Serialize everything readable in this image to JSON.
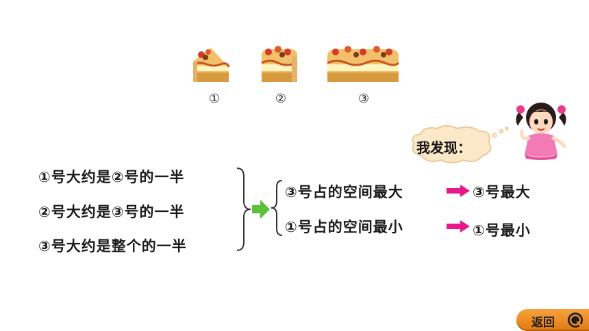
{
  "cakes": {
    "labels": [
      "①",
      "②",
      "③"
    ]
  },
  "discovery": {
    "label": "我发现："
  },
  "statements": [
    "①号大约是②号的一半",
    "②号大约是③号的一半",
    "③号大约是整个的一半"
  ],
  "conclusions": [
    {
      "left": "③号占的空间最大",
      "right": "③号最大"
    },
    {
      "left": "①号占的空间最小",
      "right": "①号最小"
    }
  ],
  "nav": {
    "back_label": "返回"
  },
  "colors": {
    "arrow_green": "#5cc13a",
    "arrow_magenta": "#e8178a",
    "bubble_fill": "#fbe8c8",
    "bubble_stroke": "#e9c99a",
    "back_button": "#f28f1f"
  }
}
